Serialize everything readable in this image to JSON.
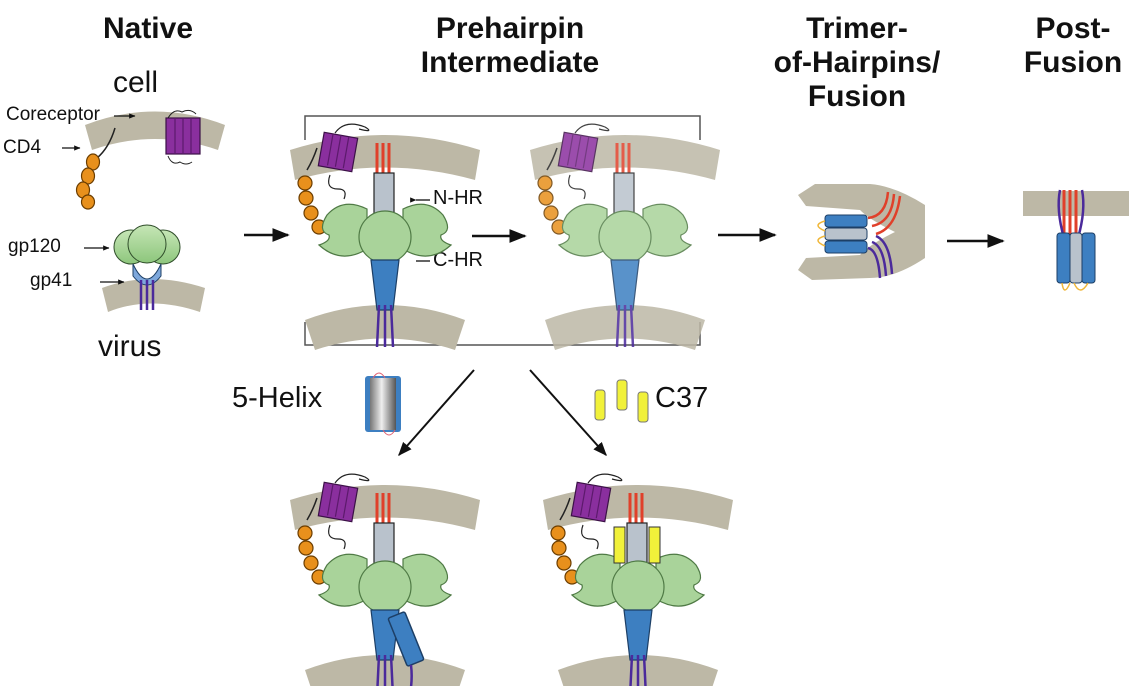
{
  "headers": {
    "native": "Native",
    "prehairpin_1": "Prehairpin",
    "prehairpin_2": "Intermediate",
    "trimer_1": "Trimer-",
    "trimer_2": "of-Hairpins/",
    "trimer_3": "Fusion",
    "post_1": "Post-",
    "post_2": "Fusion"
  },
  "labels": {
    "cell": "cell",
    "coreceptor": "Coreceptor",
    "cd4": "CD4",
    "gp120": "gp120",
    "gp41": "gp41",
    "virus": "virus",
    "nhr": "N-HR",
    "chr": "C-HR",
    "five_helix": "5-Helix",
    "c37": "C37"
  },
  "colors": {
    "membrane": "#bdb8a6",
    "cd4": "#e8901c",
    "coreceptor": "#8a2f9e",
    "gp120": "#a9d39a",
    "gp41_blue": "#3d7fc1",
    "nhr_gray": "#b9c2cc",
    "fusion_peptide": "#e0402a",
    "transmembrane": "#4b2a9b",
    "c37_yellow": "#f1f13a",
    "loop_yellow": "#f0b73a"
  }
}
